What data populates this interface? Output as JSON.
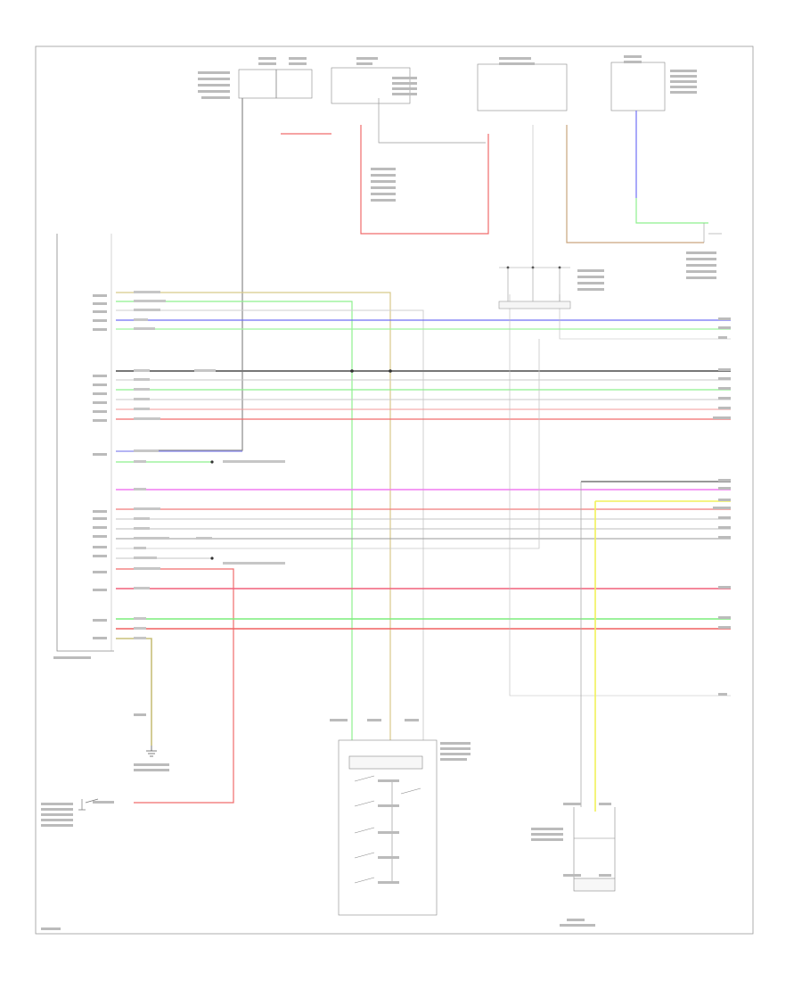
{
  "diagram": {
    "page_label": "",
    "ecu_name": "",
    "wires": [
      {
        "name": "top-yellow",
        "color": "#d8c98a"
      },
      {
        "name": "green-1",
        "color": "#8ef08e"
      },
      {
        "name": "gray-1",
        "color": "#cfcfcf"
      },
      {
        "name": "blue-1",
        "color": "#6f6ff5"
      },
      {
        "name": "green-2",
        "color": "#9df59d"
      },
      {
        "name": "black-bus",
        "color": "#777777"
      },
      {
        "name": "gray-2",
        "color": "#c8c8c8"
      },
      {
        "name": "green-3",
        "color": "#8ef08e"
      },
      {
        "name": "gray-3",
        "color": "#c8c8c8"
      },
      {
        "name": "pink-1",
        "color": "#f39a9a"
      },
      {
        "name": "red-1",
        "color": "#f06c6c"
      },
      {
        "name": "blue-2",
        "color": "#8888ee"
      },
      {
        "name": "magenta",
        "color": "#f07af0"
      },
      {
        "name": "red-2",
        "color": "#f07a7a"
      },
      {
        "name": "gray-4",
        "color": "#c6c6c6"
      },
      {
        "name": "red-3",
        "color": "#f0607a"
      },
      {
        "name": "green-4",
        "color": "#7ced7c"
      },
      {
        "name": "red-4",
        "color": "#f06060"
      }
    ],
    "accent_colors": {
      "red": "#f06c6c",
      "yellow": "#f2f25a",
      "olive": "#c8c07a",
      "brown": "#c9a57d",
      "blue": "#6f6ff5",
      "green": "#8ef08e"
    }
  }
}
